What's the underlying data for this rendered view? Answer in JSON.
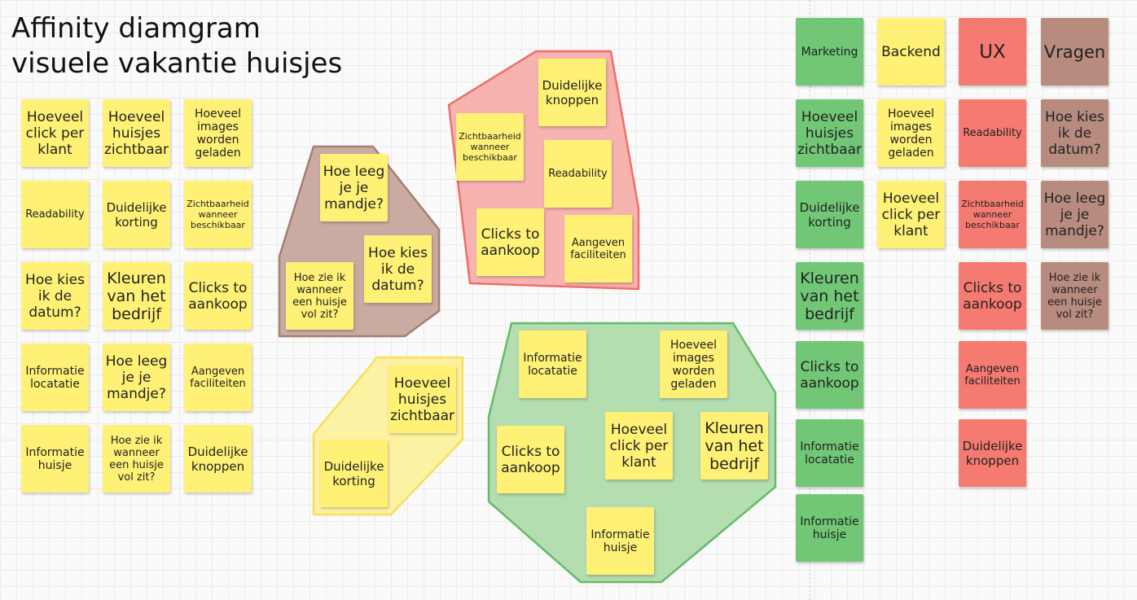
{
  "board": {
    "title": "Affinity diamgram\nvisuele vakantie huisjes"
  },
  "colors": {
    "yellow_note": "#fff176",
    "green_note": "#71c776",
    "red_note": "#f47a72",
    "brown_note": "#b78b7e",
    "red_group": "#f7b3b0",
    "brown_group": "#c9aba2",
    "yellow_group": "#fdf1a3",
    "green_group": "#b4ddb0"
  },
  "left_notes": [
    "Hoeveel click per klant",
    "Hoeveel huisjes zichtbaar",
    "Hoeveel images worden geladen",
    "Readability",
    "Duidelijke korting",
    "Zichtbaarheid wanneer beschikbaar",
    "Hoe kies ik de datum?",
    "Kleuren van het bedrijf",
    "Clicks to aankoop",
    "Informatie locatatie",
    "Hoe leeg je je mandje?",
    "Aangeven faciliteiten",
    "Informatie huisje",
    "Hoe zie ik wanneer een huisje vol zit?",
    "Duidelijke knoppen"
  ],
  "brown_cluster": [
    "Hoe leeg je je mandje?",
    "Hoe kies ik de datum?",
    "Hoe zie ik wanneer een huisje vol zit?"
  ],
  "red_cluster": [
    "Duidelijke knoppen",
    "Zichtbaarheid wanneer beschikbaar",
    "Readability",
    "Clicks to aankoop",
    "Aangeven faciliteiten"
  ],
  "yellow_cluster": [
    "Hoeveel huisjes zichtbaar",
    "Duidelijke korting"
  ],
  "green_cluster": [
    "Informatie locatatie",
    "Hoeveel images worden geladen",
    "Clicks to aankoop",
    "Hoeveel click per klant",
    "Kleuren van het bedrijf",
    "Informatie huisje"
  ],
  "categories": {
    "marketing": {
      "label": "Marketing",
      "items": [
        "Hoeveel huisjes zichtbaar",
        "Duidelijke korting",
        "Kleuren van het bedrijf",
        "Clicks to aankoop",
        "Informatie locatatie",
        "Informatie huisje"
      ]
    },
    "backend": {
      "label": "Backend",
      "items": [
        "Hoeveel images worden geladen",
        "Hoeveel click per klant"
      ]
    },
    "ux": {
      "label": "UX",
      "items": [
        "Readability",
        "Zichtbaarheid wanneer beschikbaar",
        "Clicks to aankoop",
        "Aangeven faciliteiten",
        "Duidelijke knoppen"
      ]
    },
    "vragen": {
      "label": "Vragen",
      "items": [
        "Hoe kies ik de datum?",
        "Hoe leeg je je mandje?",
        "Hoe zie ik wanneer een huisje vol zit?"
      ]
    }
  }
}
